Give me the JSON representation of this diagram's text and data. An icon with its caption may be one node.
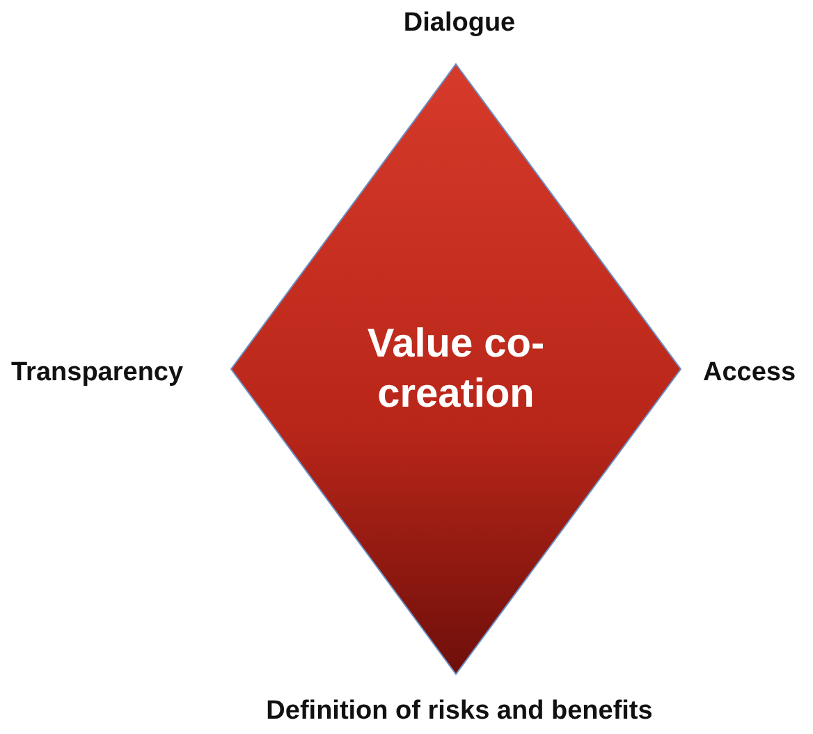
{
  "diagram": {
    "nodes": [
      {
        "text": [
          "Value co-creation"
        ]
      }
    ],
    "labels": [
      "Dialogue",
      "Transparency",
      "Access",
      "Definition of risks and benefits"
    ]
  }
}
